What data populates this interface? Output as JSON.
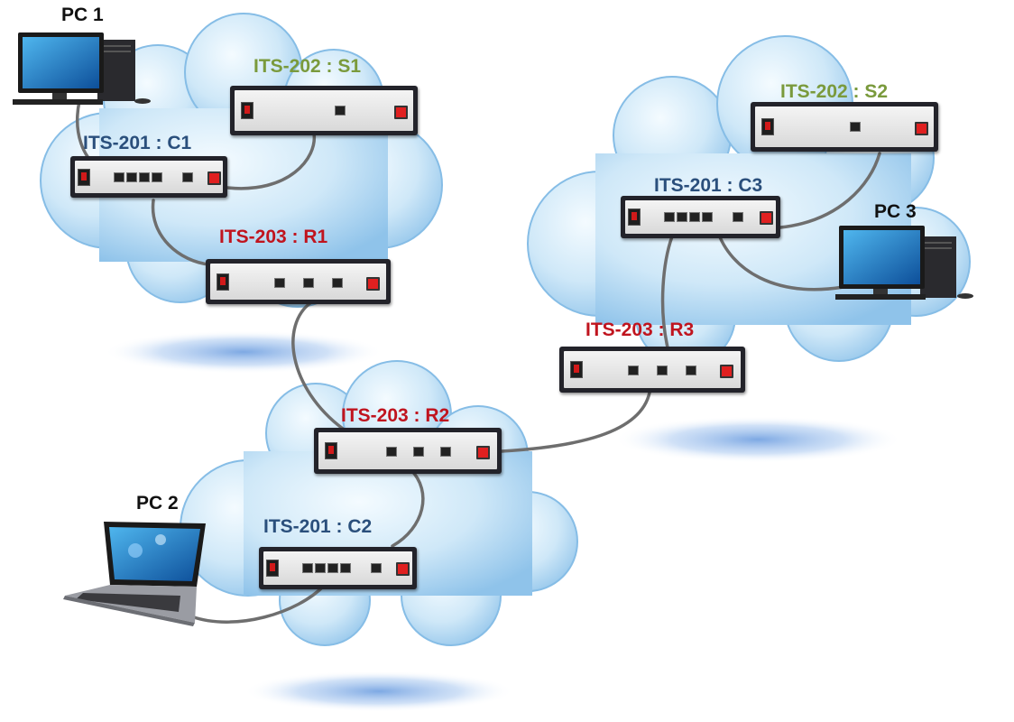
{
  "labels": {
    "pc1": "PC 1",
    "pc2": "PC 2",
    "pc3": "PC 3",
    "s1": "ITS-202 : S1",
    "s2": "ITS-202 : S2",
    "c1": "ITS-201 : C1",
    "c2": "ITS-201 : C2",
    "c3": "ITS-201 : C3",
    "r1": "ITS-203 : R1",
    "r2": "ITS-203 : R2",
    "r3": "ITS-203 : R3"
  },
  "colors": {
    "client": "#2a4f7c",
    "server": "#7a9a3c",
    "router": "#c0141e",
    "cable": "#6e6e6e",
    "cloud": "#bfe0f6"
  },
  "icons": {
    "pc1": "desktop-computer-icon",
    "pc2": "laptop-icon",
    "pc3": "desktop-computer-icon"
  }
}
